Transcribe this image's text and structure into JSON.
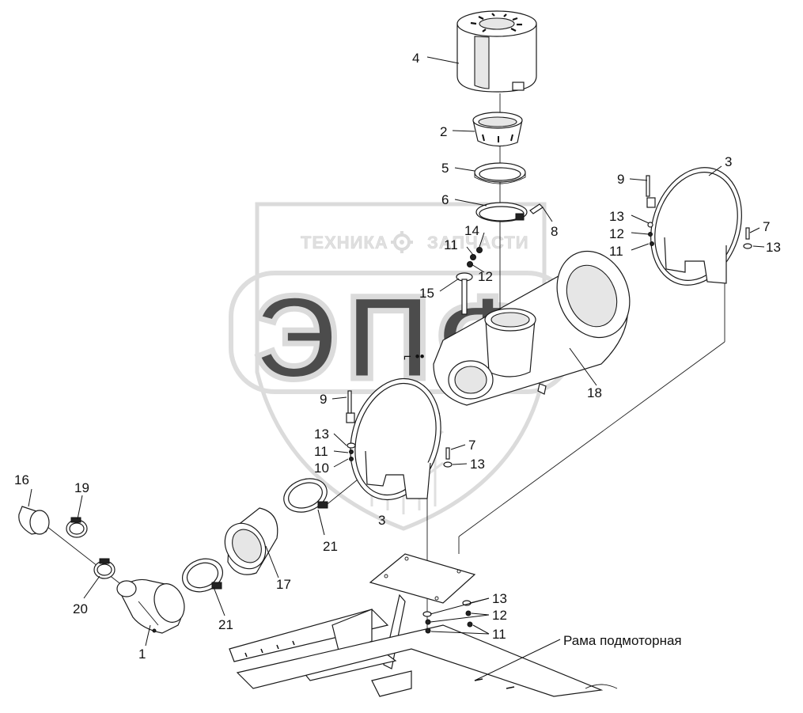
{
  "watermark": {
    "brand_text_left": "ТЕХНИКА",
    "brand_text_right": "ЗАПЧАСТИ",
    "logo_letters": "ЭПФ",
    "gear_icon": "gear-icon",
    "color": "#cfcfcf"
  },
  "callouts": {
    "c4": "4",
    "c2": "2",
    "c5": "5",
    "c6": "6",
    "c8": "8",
    "c14": "14",
    "c11a": "11",
    "c12a": "12",
    "c15": "15",
    "c9a": "9",
    "c3a": "3",
    "c13a": "13",
    "c12b": "12",
    "c11b": "11",
    "c7a": "7",
    "c13b": "13",
    "c18": "18",
    "c9b": "9",
    "c13c": "13",
    "c11c": "11",
    "c10": "10",
    "c7b": "7",
    "c13d": "13",
    "c3b": "3",
    "c16": "16",
    "c19": "19",
    "c21a": "21",
    "c17": "17",
    "c20": "20",
    "c21b": "21",
    "c1": "1",
    "c13e": "13",
    "c12c": "12",
    "c11d": "11"
  },
  "frame_caption": "Рама подмоторная"
}
